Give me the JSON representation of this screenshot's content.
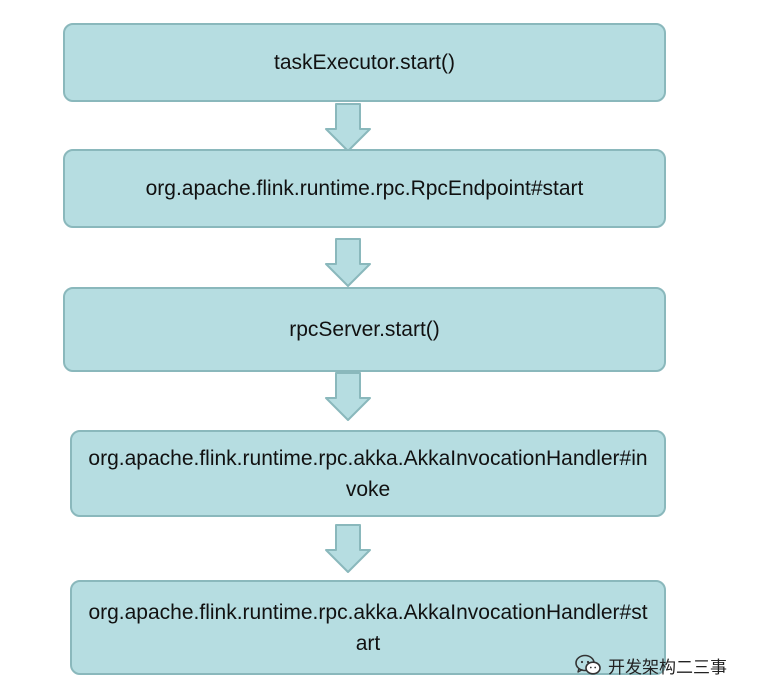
{
  "diagram": {
    "steps": [
      {
        "label": "taskExecutor.start()"
      },
      {
        "label": "org.apache.flink.runtime.rpc.RpcEndpoint#start"
      },
      {
        "label": "rpcServer.start()"
      },
      {
        "label": "org.apache.flink.runtime.rpc.akka.AkkaInvocationHandler#invoke"
      },
      {
        "label": "org.apache.flink.runtime.rpc.akka.AkkaInvocationHandler#start"
      }
    ],
    "colors": {
      "box_fill": "#b6dde1",
      "box_border": "#8ab8bc",
      "arrow_fill": "#b6dde1",
      "arrow_stroke": "#8ab8bc"
    }
  },
  "watermark": {
    "icon": "wechat-icon",
    "text": "开发架构二三事"
  }
}
